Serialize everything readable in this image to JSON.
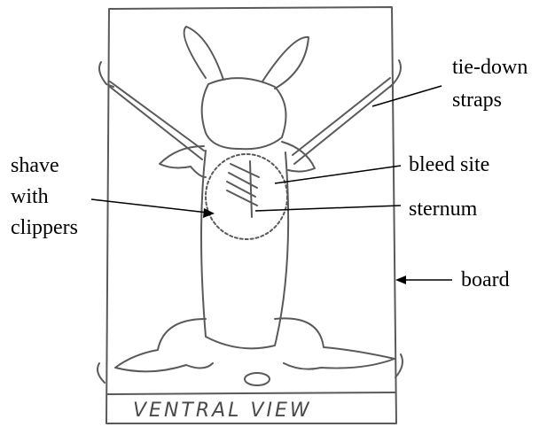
{
  "labels": {
    "tie_down_1": "tie-down",
    "tie_down_2": "straps",
    "bleed_site": "bleed site",
    "sternum": "sternum",
    "board": "board",
    "shave_1": "shave",
    "shave_2": "with",
    "shave_3": "clippers",
    "ventral_view": "VENTRAL VIEW"
  },
  "colors": {
    "sketch": "#5a5a5a",
    "text": "#000000",
    "arrow": "#000000"
  }
}
